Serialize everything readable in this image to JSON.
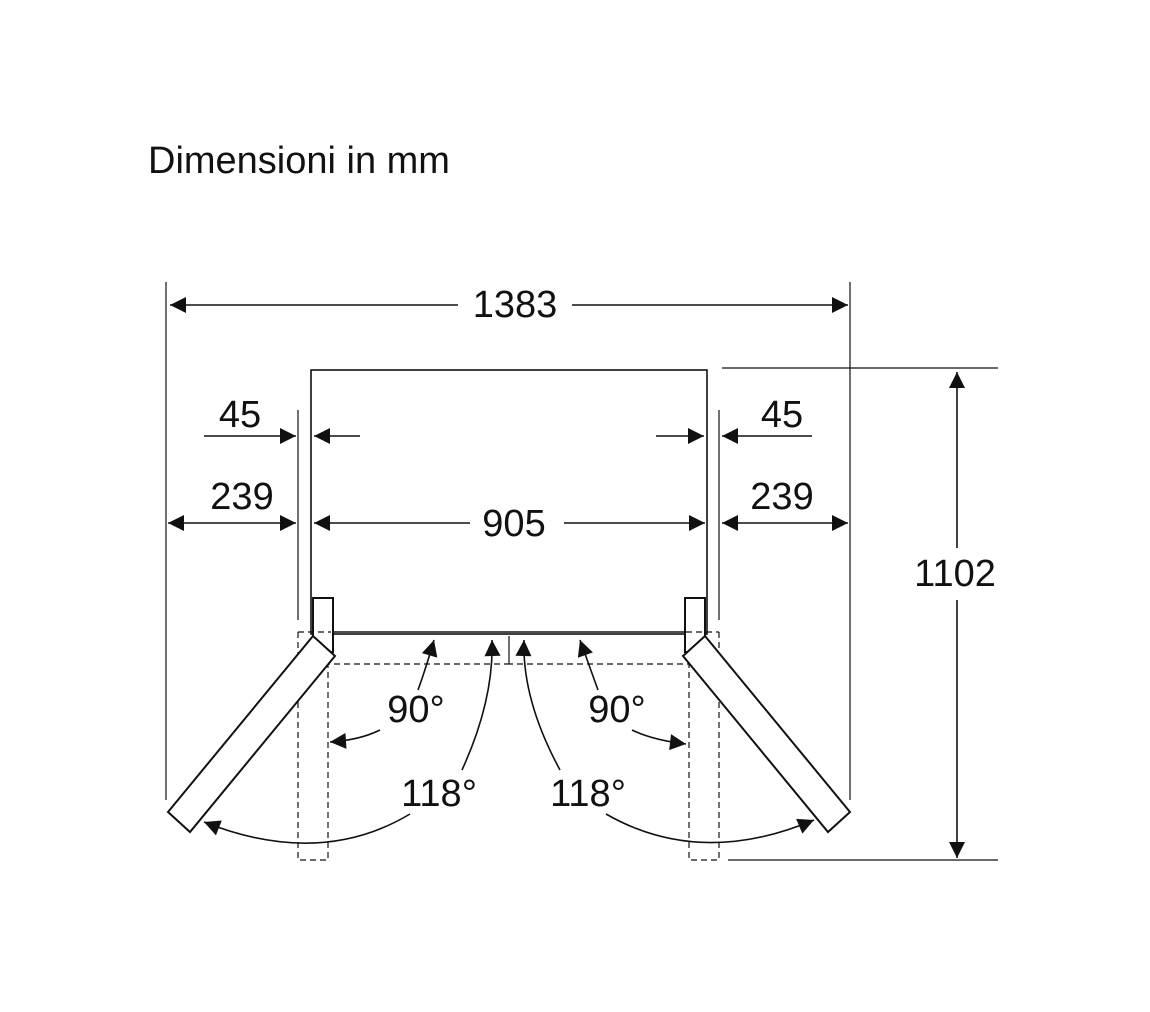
{
  "title": "Dimensioni in mm",
  "dimensions": {
    "total_width": "1383",
    "inner_width": "905",
    "depth": "1102",
    "left_offset": "239",
    "right_offset": "239",
    "left_gap": "45",
    "right_gap": "45"
  },
  "angles": {
    "left_90": "90°",
    "right_90": "90°",
    "left_118": "118°",
    "right_118": "118°"
  }
}
